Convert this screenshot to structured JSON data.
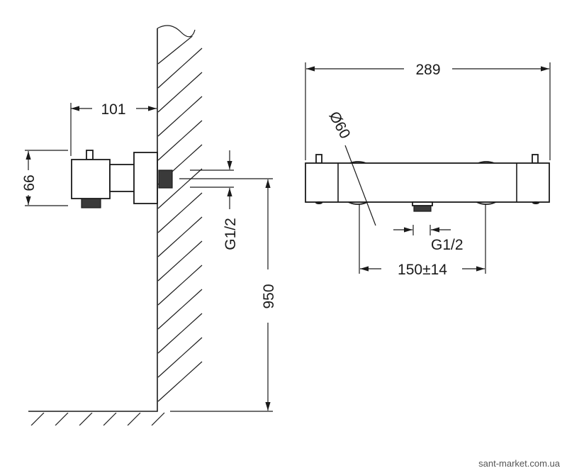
{
  "side_view": {
    "depth_dim": "101",
    "height_dim": "66",
    "thread_dim": "G1/2",
    "mount_height_dim": "950"
  },
  "front_view": {
    "width_dim": "289",
    "diameter_dim": "Ø60",
    "center_distance_dim": "150±14",
    "thread_dim": "G1/2"
  },
  "watermark": "sant-market.com.ua"
}
